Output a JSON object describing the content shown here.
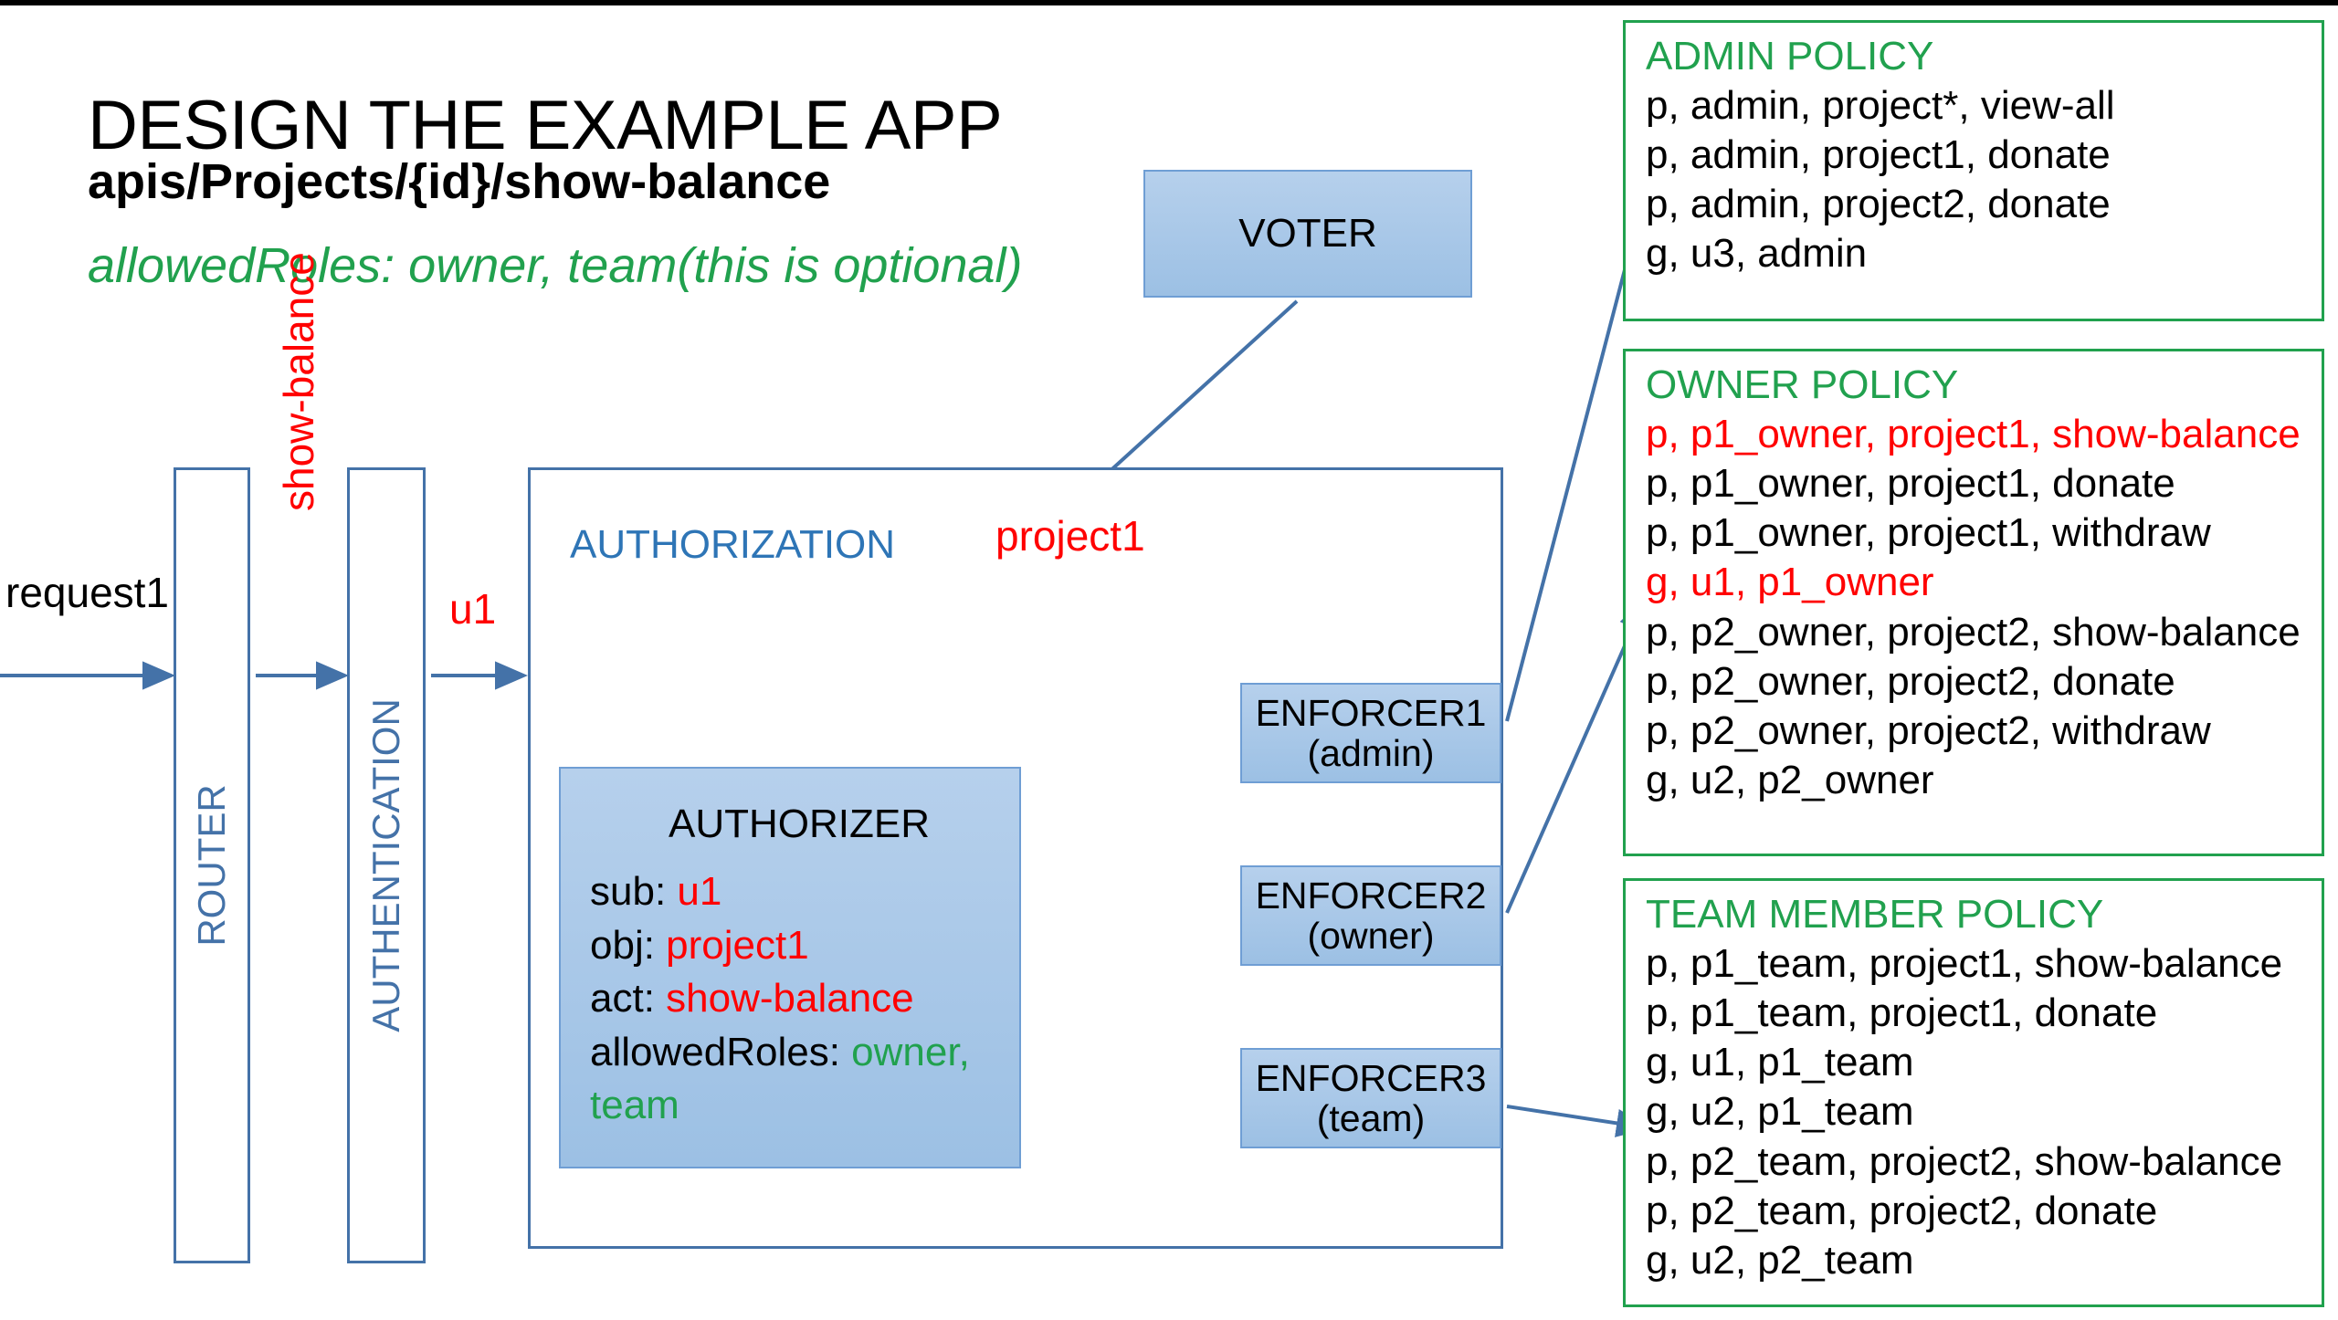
{
  "title": {
    "main": "DESIGN THE EXAMPLE APP",
    "endpoint": "apis/Projects/{id}/show-balance",
    "allowed_roles": "allowedRoles: owner, team(this is optional)"
  },
  "pipeline": {
    "request_label": "request1",
    "router_label": "ROUTER",
    "router_to_auth_label": "show-balance",
    "authentication_label": "AUTHENTICATION",
    "auth_to_authorization_label": "u1",
    "authorization_label": "AUTHORIZATION",
    "voter_to_authorizer_label": "project1"
  },
  "voter": {
    "label": "VOTER"
  },
  "authorizer": {
    "title": "AUTHORIZER",
    "sub_key": "sub: ",
    "sub_value": "u1",
    "obj_key": "obj: ",
    "obj_value": "project1",
    "act_key": "act: ",
    "act_value": "show-balance",
    "roles_key": "allowedRoles: ",
    "roles_value": "owner, team"
  },
  "enforcers": [
    {
      "name": "ENFORCER1",
      "role": "(admin)"
    },
    {
      "name": "ENFORCER2",
      "role": "(owner)"
    },
    {
      "name": "ENFORCER3",
      "role": "(team)"
    }
  ],
  "policies": [
    {
      "title": "ADMIN POLICY",
      "lines": [
        {
          "text": "p, admin, project*, view-all",
          "highlight": false
        },
        {
          "text": "p, admin, project1, donate",
          "highlight": false
        },
        {
          "text": "p, admin, project2, donate",
          "highlight": false
        },
        {
          "text": "g, u3, admin",
          "highlight": false
        }
      ]
    },
    {
      "title": "OWNER POLICY",
      "lines": [
        {
          "text": "p, p1_owner, project1, show-balance",
          "highlight": true
        },
        {
          "text": "p, p1_owner, project1, donate",
          "highlight": false
        },
        {
          "text": "p, p1_owner, project1, withdraw",
          "highlight": false
        },
        {
          "text": "g, u1, p1_owner",
          "highlight": true
        },
        {
          "text": "p, p2_owner, project2, show-balance",
          "highlight": false
        },
        {
          "text": "p, p2_owner, project2, donate",
          "highlight": false
        },
        {
          "text": "p, p2_owner, project2, withdraw",
          "highlight": false
        },
        {
          "text": "g, u2, p2_owner",
          "highlight": false
        }
      ]
    },
    {
      "title": "TEAM MEMBER POLICY",
      "lines": [
        {
          "text": "p, p1_team, project1, show-balance",
          "highlight": false
        },
        {
          "text": "p, p1_team, project1, donate",
          "highlight": false
        },
        {
          "text": "g, u1, p1_team",
          "highlight": false
        },
        {
          "text": "g, u2, p1_team",
          "highlight": false
        },
        {
          "text": "p, p2_team, project2, show-balance",
          "highlight": false
        },
        {
          "text": "p, p2_team, project2, donate",
          "highlight": false
        },
        {
          "text": "g, u2, p2_team",
          "highlight": false
        }
      ]
    }
  ],
  "colors": {
    "accent_blue": "#4472a8",
    "box_fill_blue": "#9cc0e4",
    "policy_green": "#21a14e",
    "highlight_red": "#ff0000",
    "arrow_green": "#5a9e3a"
  }
}
